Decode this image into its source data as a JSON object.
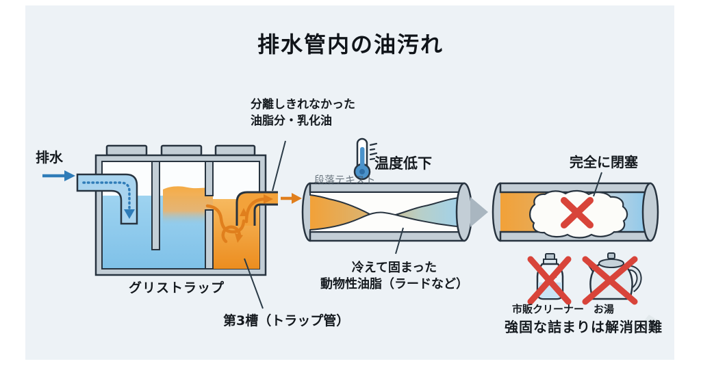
{
  "title": "排水管内の油汚れ",
  "grease_trap": {
    "inflow_label": "排水",
    "trap_label": "グリストラップ",
    "chamber3_label": "第3槽（トラップ管）",
    "escaped_oil_annotation": "分離しきれなかった\n油脂分・乳化油"
  },
  "cooling_pipe": {
    "temperature_label": "温度低下",
    "placeholder_text": "段落テキスト",
    "deposit_label": "冷えて固まった\n動物性油脂（ラードなど）"
  },
  "blocked_pipe": {
    "blockage_label": "完全に閉塞",
    "cleaner_label": "市販クリーナー",
    "hot_water_label": "お湯",
    "warning_label": "強固な詰まりは解消困難"
  },
  "icons": {
    "thermometer": "thermometer-icon",
    "cleaner_bottle": "cleaner-bottle-icon",
    "kettle": "kettle-icon",
    "prohibition": "red-x-icon"
  },
  "colors": {
    "canvas_bg": "#edf2f6",
    "oil_orange": "#f2a138",
    "oil_deep": "#ec8d1f",
    "water_blue": "#8ac8ec",
    "pipe_gray": "#c3ced6",
    "outline_ink": "#27333f",
    "flow_orange": "#e07f1d",
    "flow_blue": "#2f7cb8",
    "alert_red": "#d8443a",
    "step_arrow_gray": "#a9b6c0"
  }
}
